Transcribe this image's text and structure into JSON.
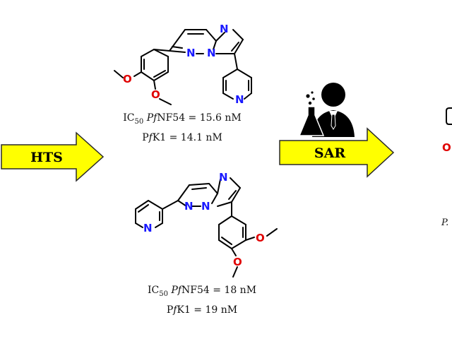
{
  "arrows": {
    "left_label": "HTS",
    "right_label": "SAR",
    "fill_color": "#ffff00",
    "stroke_color": "#2a2a2a"
  },
  "icons": {
    "scientist": "scientist-with-flask-icon"
  },
  "compound_top": {
    "atom_labels": {
      "n1": "N",
      "n2": "N",
      "n3": "N",
      "n_pyr": "N",
      "o1": "O",
      "o2": "O"
    },
    "ic50_prefix": "IC",
    "ic50_sub": "50",
    "ic50_strain": "Pf",
    "ic50_rest": "NF54 = 15.6 nM",
    "pfk1_p": "P",
    "pfk1_f": "f",
    "pfk1_rest": "K1 = 14.1 nM"
  },
  "compound_bottom": {
    "atom_labels": {
      "n1": "N",
      "n2": "N",
      "n3": "N",
      "n_pyr": "N",
      "o1": "O",
      "o2": "O"
    },
    "ic50_prefix": "IC",
    "ic50_sub": "50",
    "ic50_strain": "Pf",
    "ic50_rest": "NF54 = 18 nM",
    "pfk1_p": "P",
    "pfk1_f": "f",
    "pfk1_rest": "K1 = 19 nM"
  },
  "cropped_right": {
    "o_label": "O",
    "text": "P."
  },
  "colors": {
    "nitrogen": "#1a1aff",
    "oxygen": "#e00000",
    "bond": "#000000"
  }
}
